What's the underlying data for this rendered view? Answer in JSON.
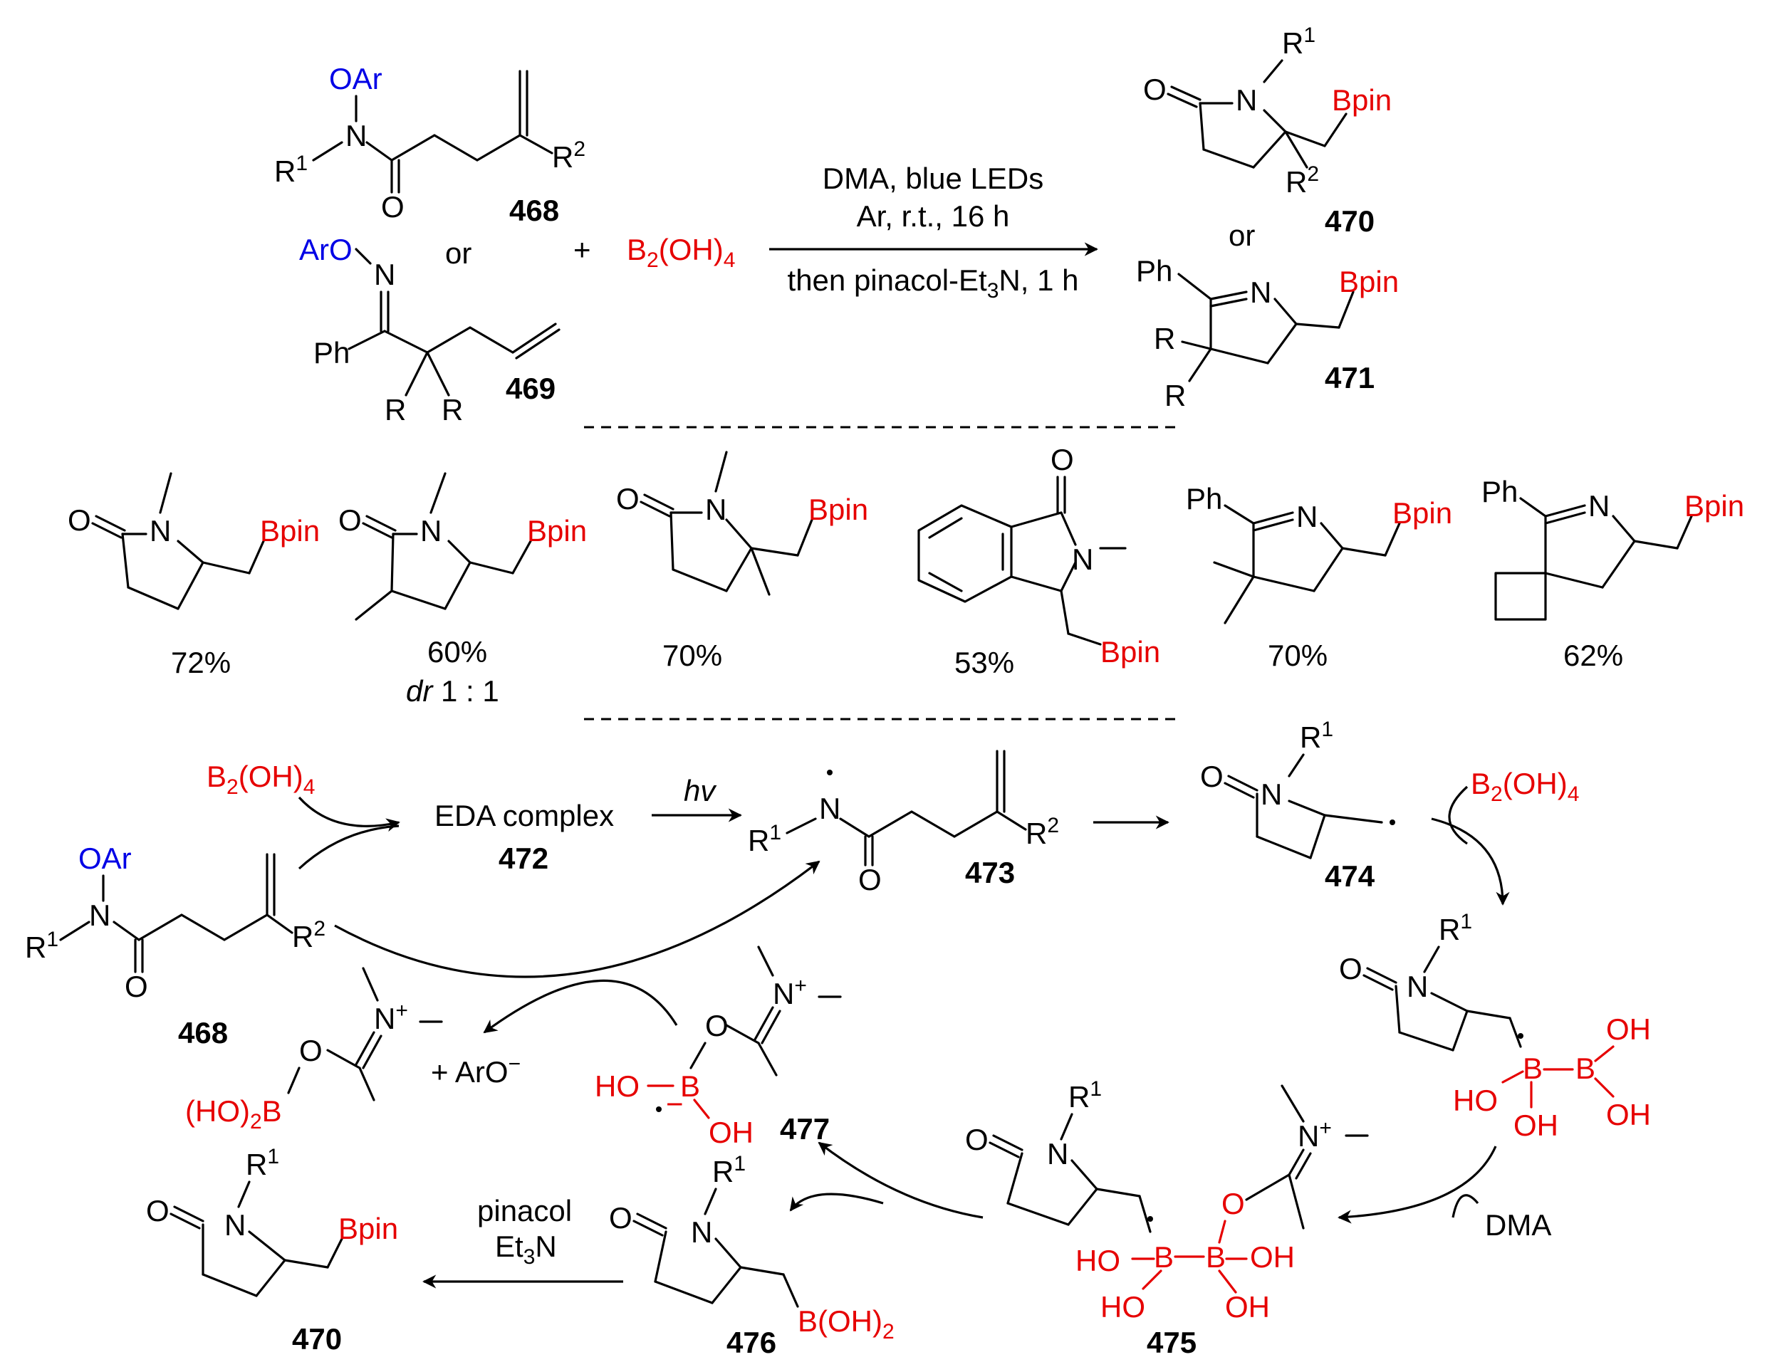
{
  "reaction": {
    "conditions_line1": "DMA, blue LEDs",
    "conditions_line2": "Ar, r.t., 16 h",
    "conditions_line3": "then pinacol-Et3N, 1 h",
    "reagent": "B2(OH)4",
    "plus": "+",
    "or_left": "or",
    "or_right": "or"
  },
  "compounds": {
    "c468": "468",
    "c469": "469",
    "c470": "470",
    "c471": "471",
    "c472": "472",
    "c473": "473",
    "c474": "474",
    "c475": "475",
    "c476": "476",
    "c477": "477"
  },
  "examples": [
    {
      "yield": "72%"
    },
    {
      "yield": "60%",
      "note": "dr 1 : 1"
    },
    {
      "yield": "70%"
    },
    {
      "yield": "53%"
    },
    {
      "yield": "70%"
    },
    {
      "yield": "62%"
    }
  ],
  "mechanism": {
    "eda": "EDA complex",
    "hv": "hv",
    "pinacol": "pinacol",
    "et3n": "Et3N",
    "dma": "DMA",
    "aro": "+ ArO−",
    "b2oh4_a": "B2(OH)4",
    "b2oh4_b": "B2(OH)4"
  },
  "labels": {
    "oar": "OAr",
    "aro_top": "ArO",
    "bpin": "Bpin",
    "ph": "Ph"
  }
}
